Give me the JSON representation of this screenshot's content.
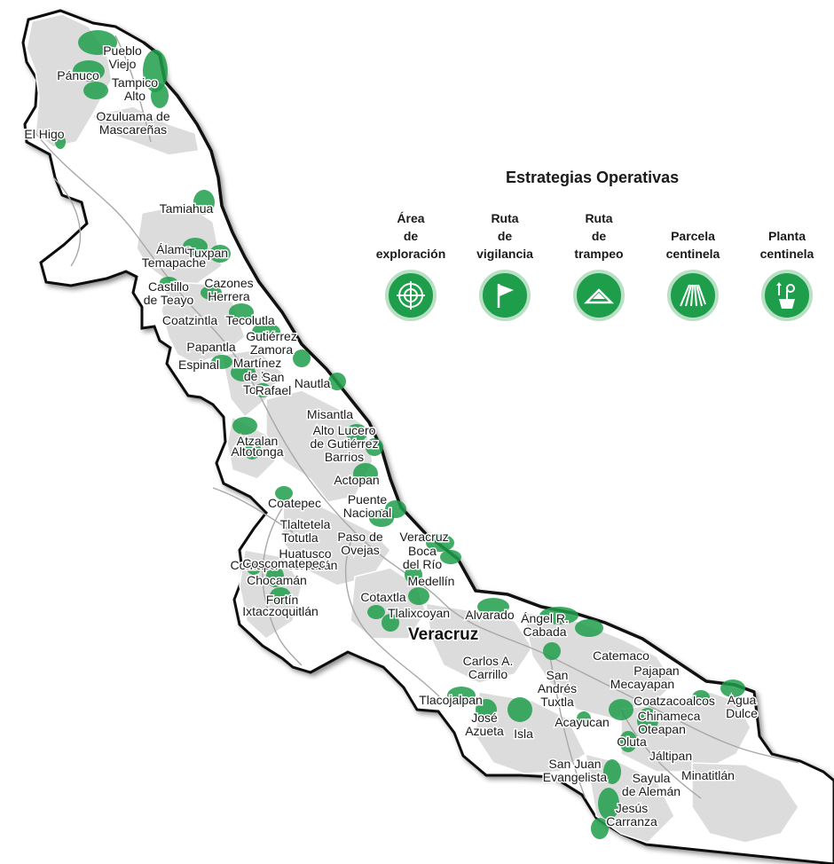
{
  "legend": {
    "title": "Estrategias Operativas",
    "items": [
      {
        "name": "area-exploracion",
        "lines": [
          "Área",
          "de",
          "exploración"
        ],
        "icon": "crosshair-target-icon"
      },
      {
        "name": "ruta-vigilancia",
        "lines": [
          "Ruta",
          "de",
          "vigilancia"
        ],
        "icon": "flag-icon"
      },
      {
        "name": "ruta-trampeo",
        "lines": [
          "Ruta",
          "de",
          "trampeo"
        ],
        "icon": "trap-icon"
      },
      {
        "name": "parcela-centinela",
        "lines": [
          "Parcela",
          "centinela"
        ],
        "icon": "field-rows-icon"
      },
      {
        "name": "planta-centinela",
        "lines": [
          "Planta",
          "centinela"
        ],
        "icon": "potted-plant-icon"
      }
    ]
  },
  "map": {
    "state_label": "Veracruz",
    "colors": {
      "state_fill": "#ffffff",
      "municipality_fill": "#dcdcdc",
      "strategy_green": "#1e9e4a",
      "outline": "#111111",
      "roads": "#a8a8a8"
    },
    "labels": [
      {
        "name": "pueblo-viejo",
        "lines": [
          "Pueblo",
          "Viejo"
        ]
      },
      {
        "name": "panuco",
        "lines": [
          "Pánuco"
        ]
      },
      {
        "name": "tampico-alto",
        "lines": [
          "Tampico",
          "Alto"
        ]
      },
      {
        "name": "ozuluama",
        "lines": [
          "Ozuluama de",
          "Mascareñas"
        ]
      },
      {
        "name": "el-higo",
        "lines": [
          "El Higo"
        ]
      },
      {
        "name": "tamiahua",
        "lines": [
          "Tamiahua"
        ]
      },
      {
        "name": "alamo-temapache",
        "lines": [
          "Álamo",
          "Temapache"
        ]
      },
      {
        "name": "tuxpan",
        "lines": [
          "Tuxpan"
        ]
      },
      {
        "name": "castillo-de-teayo",
        "lines": [
          "Castillo",
          "de Teayo"
        ]
      },
      {
        "name": "cazones-herrera",
        "lines": [
          "Cazones",
          "Herrera"
        ]
      },
      {
        "name": "coatzintla",
        "lines": [
          "Coatzintla"
        ]
      },
      {
        "name": "tecolutla",
        "lines": [
          "Tecolutla"
        ]
      },
      {
        "name": "gutierrez-zamora",
        "lines": [
          "Gutiérrez",
          "Zamora"
        ]
      },
      {
        "name": "papantla",
        "lines": [
          "Papantla"
        ]
      },
      {
        "name": "espinal",
        "lines": [
          "Espinal"
        ]
      },
      {
        "name": "martinez-de-la-torre",
        "lines": [
          "Martínez",
          "de la",
          "Torre"
        ]
      },
      {
        "name": "san-rafael",
        "lines": [
          "San",
          "Rafael"
        ]
      },
      {
        "name": "nautla",
        "lines": [
          "Nautla"
        ]
      },
      {
        "name": "misantla",
        "lines": [
          "Misantla"
        ]
      },
      {
        "name": "atzalan",
        "lines": [
          "Atzalan"
        ]
      },
      {
        "name": "alto-lucero",
        "lines": [
          "Alto Lucero",
          "de Gutiérrez",
          "Barrios"
        ]
      },
      {
        "name": "altotonga",
        "lines": [
          "Altotonga"
        ]
      },
      {
        "name": "actopan",
        "lines": [
          "Actopan"
        ]
      },
      {
        "name": "coatepec",
        "lines": [
          "Coatepec"
        ]
      },
      {
        "name": "puente-nacional",
        "lines": [
          "Puente",
          "Nacional"
        ]
      },
      {
        "name": "tlaltetela",
        "lines": [
          "Tlaltetela"
        ]
      },
      {
        "name": "totutla",
        "lines": [
          "Totutla"
        ]
      },
      {
        "name": "paso-de-ovejas",
        "lines": [
          "Paso de",
          "Ovejas"
        ]
      },
      {
        "name": "veracruz-city",
        "lines": [
          "Veracruz"
        ]
      },
      {
        "name": "huatusco",
        "lines": [
          "Huatusco"
        ]
      },
      {
        "name": "boca-del-rio",
        "lines": [
          "Boca",
          "del Río"
        ]
      },
      {
        "name": "comapa",
        "lines": [
          "Comapa"
        ]
      },
      {
        "name": "tomatlan",
        "lines": [
          "Tomatlán"
        ]
      },
      {
        "name": "medellin",
        "lines": [
          "Medellín"
        ]
      },
      {
        "name": "coscomatepec",
        "lines": [
          "Coscomatepec"
        ]
      },
      {
        "name": "chocaman",
        "lines": [
          "Chocamán"
        ]
      },
      {
        "name": "fortin",
        "lines": [
          "Fortín"
        ]
      },
      {
        "name": "ixtaczoquitlan",
        "lines": [
          "Ixtaczoquitlán"
        ]
      },
      {
        "name": "cotaxtla",
        "lines": [
          "Cotaxtla"
        ]
      },
      {
        "name": "tlalixcoyan",
        "lines": [
          "Tlalixcoyan"
        ]
      },
      {
        "name": "alvarado",
        "lines": [
          "Alvarado"
        ]
      },
      {
        "name": "angel-r-cabada",
        "lines": [
          "Ángel R.",
          "Cabada"
        ]
      },
      {
        "name": "catemaco",
        "lines": [
          "Catemaco"
        ]
      },
      {
        "name": "carlos-a-carrillo",
        "lines": [
          "Carlos A.",
          "Carrillo"
        ]
      },
      {
        "name": "pajapan",
        "lines": [
          "Pajapan"
        ]
      },
      {
        "name": "san-andres-tuxtla",
        "lines": [
          "San",
          "Andrés",
          "Tuxtla"
        ]
      },
      {
        "name": "mecayapan",
        "lines": [
          "Mecayapan"
        ]
      },
      {
        "name": "tlacojalpan",
        "lines": [
          "Tlacojalpan"
        ]
      },
      {
        "name": "coatzacoalcos",
        "lines": [
          "Coatzacoalcos"
        ]
      },
      {
        "name": "agua-dulce",
        "lines": [
          "Agua",
          "Dulce"
        ]
      },
      {
        "name": "jose-azueta",
        "lines": [
          "José",
          "Azueta"
        ]
      },
      {
        "name": "isla",
        "lines": [
          "Isla"
        ]
      },
      {
        "name": "chinameca",
        "lines": [
          "Chinameca"
        ]
      },
      {
        "name": "acayucan",
        "lines": [
          "Acayucan"
        ]
      },
      {
        "name": "oteapan",
        "lines": [
          "Oteapan"
        ]
      },
      {
        "name": "oluta",
        "lines": [
          "Oluta"
        ]
      },
      {
        "name": "jaltipan",
        "lines": [
          "Jáltipan"
        ]
      },
      {
        "name": "san-juan-evangelista",
        "lines": [
          "San Juan",
          "Evangelista"
        ]
      },
      {
        "name": "sayula-de-aleman",
        "lines": [
          "Sayula",
          "de Alemán"
        ]
      },
      {
        "name": "minatitlan",
        "lines": [
          "Minatitlán"
        ]
      },
      {
        "name": "jesus-carranza",
        "lines": [
          "Jesús",
          "Carranza"
        ]
      }
    ]
  }
}
